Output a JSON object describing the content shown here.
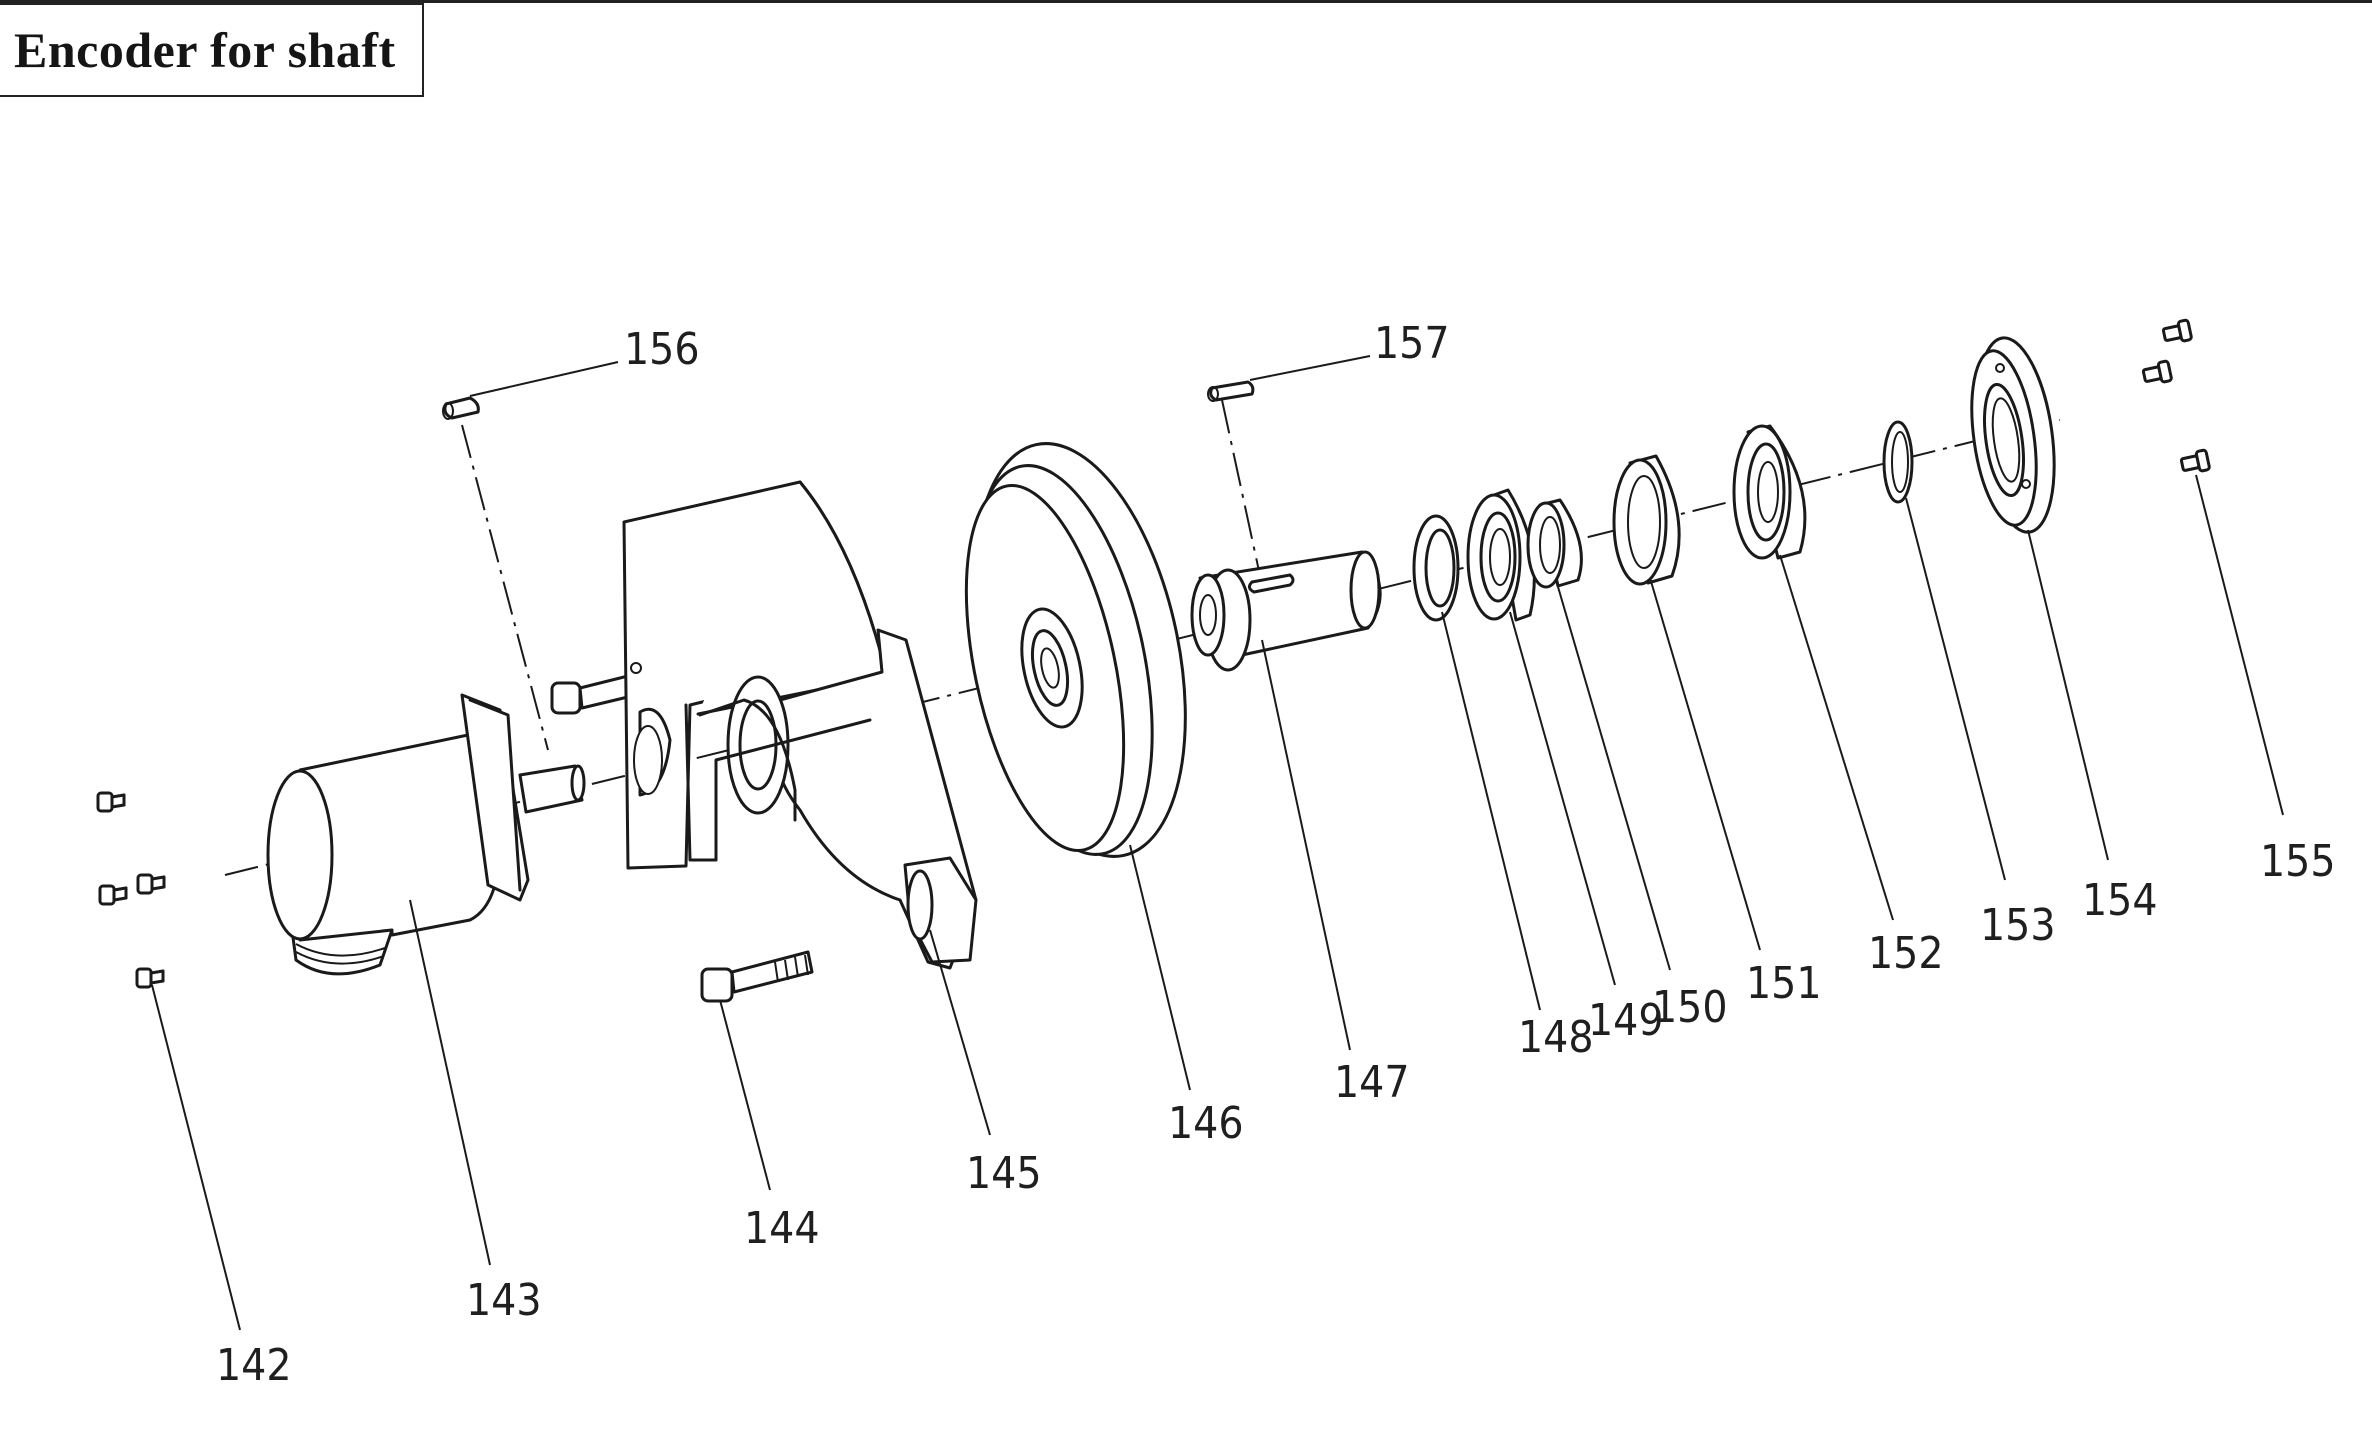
{
  "title": "Encoder for shaft",
  "parts": [
    {
      "id": "142",
      "label": "142"
    },
    {
      "id": "143",
      "label": "143"
    },
    {
      "id": "144",
      "label": "144"
    },
    {
      "id": "145",
      "label": "145"
    },
    {
      "id": "146",
      "label": "146"
    },
    {
      "id": "147",
      "label": "147"
    },
    {
      "id": "148",
      "label": "148"
    },
    {
      "id": "149",
      "label": "149"
    },
    {
      "id": "150",
      "label": "150"
    },
    {
      "id": "151",
      "label": "151"
    },
    {
      "id": "152",
      "label": "152"
    },
    {
      "id": "153",
      "label": "153"
    },
    {
      "id": "154",
      "label": "154"
    },
    {
      "id": "155",
      "label": "155"
    },
    {
      "id": "156",
      "label": "156"
    },
    {
      "id": "157",
      "label": "157"
    }
  ]
}
